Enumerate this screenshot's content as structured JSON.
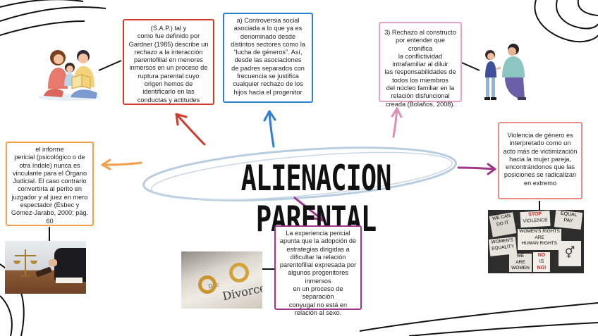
{
  "title": "ALIENACION PARENTAL",
  "boxes": {
    "sap": [
      "(S.A.P.) tal y",
      "como fue definido por",
      "Gardner (1985) describe un",
      "rechazo a la interacción",
      "parentofilial en menores",
      "inmersos en un proceso de",
      "ruptura parental cuyo",
      "origen hemos de",
      "identificarlo en las",
      "conductas y actitudes"
    ],
    "controversia": [
      "a) Controversia social",
      "asociada a lo que ya es",
      "denominado desde",
      "distintos sectores como la",
      "“lucha de géneros”. Así,",
      "desde las asociaciones",
      "de padres separados con",
      "frecuencia se justifica",
      "cualquier rechazo de los",
      "hijos hacia el progenitor"
    ],
    "rechazo": [
      "3) Rechazo al constructo",
      "por entender que cronifica",
      "la conflictividad",
      "intrafamiliar al diluir",
      "las responsabilidades de",
      "todos los miembros",
      "del núcleo familiar en la",
      "relación disfuncional",
      "creada (Bolaños, 2008)."
    ],
    "informe": [
      "el informe",
      "pericial (psicológico o de",
      "otra índole) nunca es",
      "vinculante para el Órgano",
      "Judicial. El caso contrario",
      "convertiría al perito en",
      "juzgador y al juez en mero",
      "espectador (Esbec y",
      "Gómez-Jarabo, 2000; pág.",
      "60"
    ],
    "violencia": [
      "Violencia de género es",
      "interpretado como un",
      "acto más de victimización",
      "hacia la mujer pareja,",
      "encontrándonos que las",
      "posiciones se radicalizan",
      "en extremo"
    ],
    "experiencia": [
      "La experiencia pericial",
      "apunta que la adopción de",
      "estrategias dirigidas a",
      "dificultar la relación",
      "parentofilial expresada por",
      "algunos progenitores",
      "inmersos",
      "en un proceso de separación",
      "conyugal no está en",
      "relación al sexo."
    ]
  },
  "images": {
    "divorce_paper": [
      "Divorce",
      "Dec"
    ],
    "protest_signs": [
      "STOP",
      "VIOLENCE",
      "EQUAL",
      "PAY",
      "WOMEN'S RIGHTS",
      "ARE",
      "HUMAN RIGHTS",
      "WOMEN'S",
      "EQUALITY",
      "WE CAN",
      "DO IT",
      "NO",
      "IS",
      "NO!",
      "WE",
      "ARE",
      "WOMEN"
    ]
  },
  "colors": {
    "red": "#d33a2c",
    "blue": "#2a7fd6",
    "pink": "#e08db4",
    "orange": "#f0a04b",
    "purple": "#a0358a",
    "coral": "#ee8a86",
    "ellipse": "#b8cde0"
  }
}
